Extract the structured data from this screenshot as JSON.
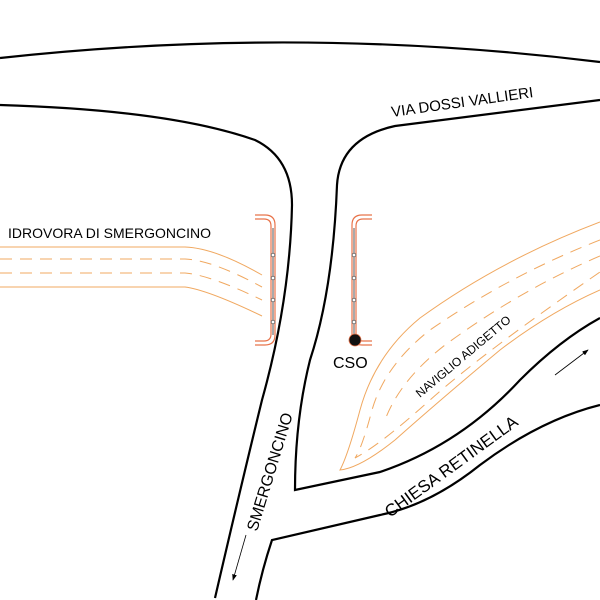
{
  "labels": {
    "via_dossi_vallieri": "VIA DOSSI VALLIERI",
    "idrovora": "IDROVORA DI SMERGONCINO",
    "smergoncino": "SMERGONCINO",
    "cso": "CSO",
    "naviglio_adigetto": "NAVIGLIO ADIGETTO",
    "chiesa_retinella": "CHIESA RETINELLA"
  },
  "colors": {
    "road": "#000000",
    "canal": "#f0a860",
    "pipe": "#e8734a"
  }
}
